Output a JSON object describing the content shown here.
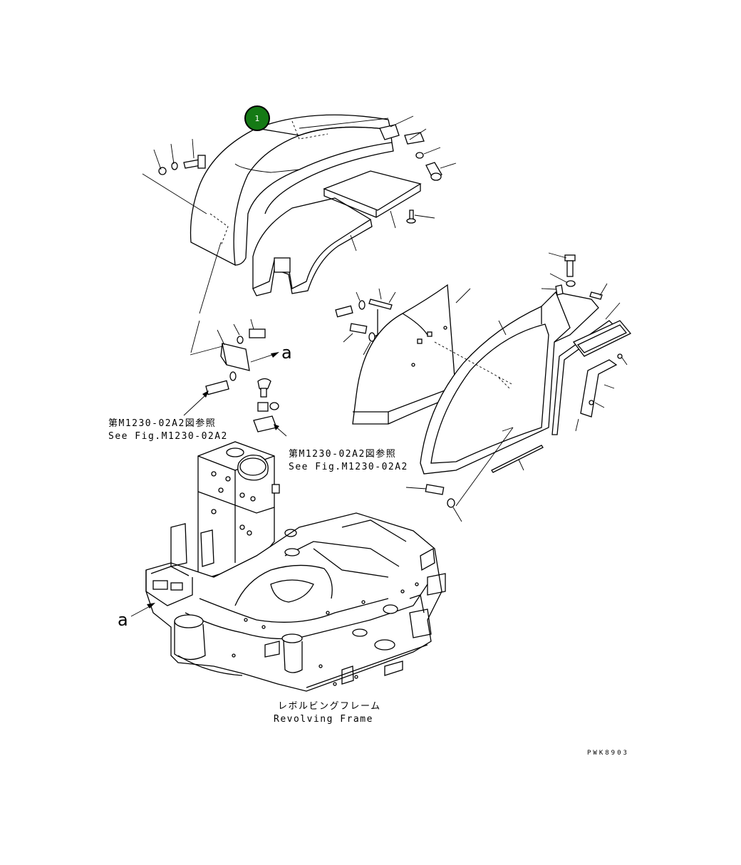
{
  "callout": {
    "number": "1",
    "color": "#157a15"
  },
  "arrow_label_upper": "a",
  "arrow_label_lower": "a",
  "ref_left": {
    "jp": "第M1230-02A2図参照",
    "en": "See Fig.M1230-02A2"
  },
  "ref_right": {
    "jp": "第M1230-02A2図参照",
    "en": "See Fig.M1230-02A2"
  },
  "frame_label": {
    "jp": "レボルビングフレーム",
    "en": "Revolving Frame"
  },
  "drawing_code": "PWK8903"
}
